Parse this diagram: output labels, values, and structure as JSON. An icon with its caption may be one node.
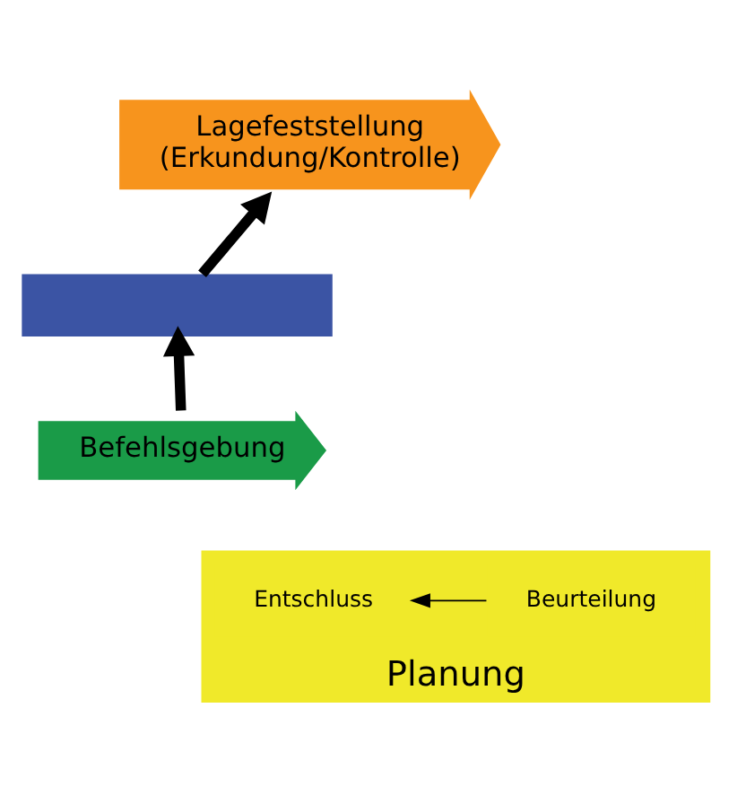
{
  "diagram": {
    "nodes": [
      {
        "text": [],
        "shape": "box"
      },
      {
        "text": [
          "Befehlsgebung"
        ]
      },
      {
        "text": [
          "Lagefeststellung",
          "(Erkundung/Kontrolle)"
        ]
      },
      {
        "text": [
          "Planung"
        ]
      },
      {
        "text": [
          "Entschluss"
        ],
        "in": 3
      },
      {
        "text": [
          "Beurteilung"
        ],
        "in": 3
      }
    ],
    "edges": [
      {
        "from": 1,
        "to": 0,
        "arrow": "to"
      },
      {
        "from": 0,
        "to": 2,
        "arrow": "to"
      },
      {
        "from": 5,
        "to": 4,
        "arrow": "to"
      }
    ]
  }
}
